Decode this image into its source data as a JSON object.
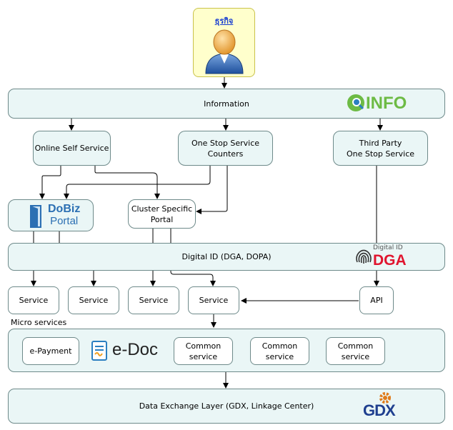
{
  "user": {
    "label": "ธุรกิจ"
  },
  "layers": {
    "information": "Information",
    "digital_id": "Digital ID (DGA, DOPA)",
    "gdx": "Data Exchange Layer (GDX, Linkage Center)"
  },
  "channels": {
    "online_self_service": "Online Self Service",
    "one_stop_line1": "One Stop Service",
    "one_stop_line2": "Counters",
    "third_party_line1": "Third Party",
    "third_party_line2": "One Stop Service"
  },
  "portals": {
    "dobiz_top": "DoBiz",
    "dobiz_bottom": "Portal",
    "cluster_line1": "Cluster Specific",
    "cluster_line2": "Portal"
  },
  "services": [
    "Service",
    "Service",
    "Service",
    "Service"
  ],
  "api": "API",
  "micro": {
    "title": "Micro services",
    "epayment": "e-Payment",
    "edoc": "e-Doc",
    "common_line1": "Common",
    "common_line2": "service"
  },
  "logos": {
    "info": "INFO",
    "digital_id_small": "Digital ID",
    "dga": "DGA",
    "gdx": "GDX"
  },
  "colors": {
    "box_fill": "#eaf6f6",
    "box_border": "#6e8a8a",
    "user_fill": "#ffffcc",
    "info_green": "#6dbb45",
    "dga_red": "#e0152f",
    "dobiz_blue": "#2b6fb3",
    "gdx_blue": "#1f3f8f",
    "gdx_orange": "#e07b1a"
  }
}
